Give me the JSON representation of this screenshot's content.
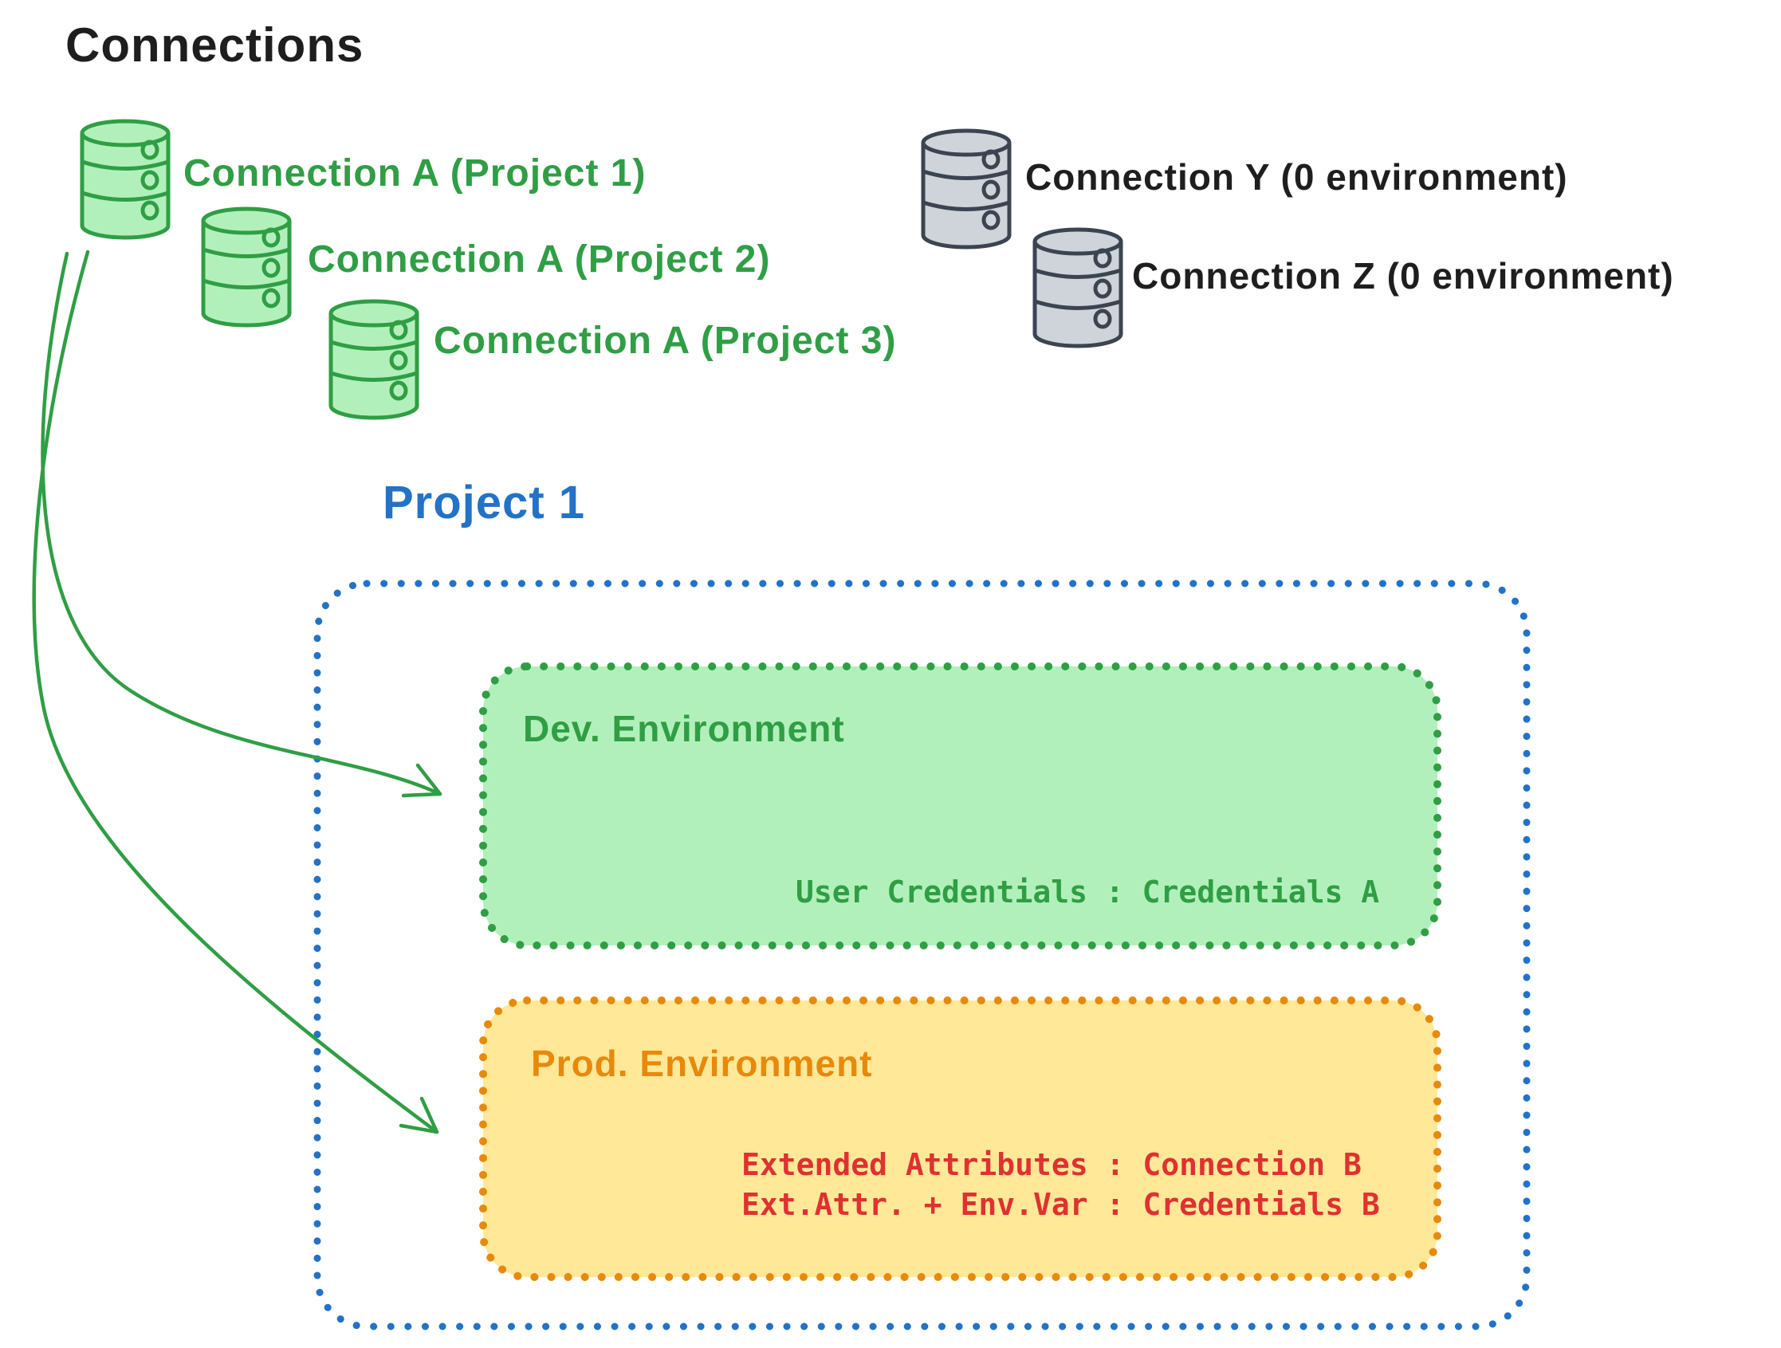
{
  "title": "Connections",
  "palette": {
    "green": "#2f9e44",
    "green_fill": "#b2f0bb",
    "gray_stroke": "#3b4450",
    "gray_fill": "#ced4da",
    "blue": "#2272c8",
    "orange": "#e8890c",
    "yellow_fill": "#ffe999",
    "red": "#e03131",
    "ink": "#1e1e1e"
  },
  "connections": {
    "project_scoped": [
      {
        "label": "Connection A (Project 1)"
      },
      {
        "label": "Connection A (Project 2)"
      },
      {
        "label": "Connection A (Project 3)"
      }
    ],
    "unassigned": [
      {
        "label": "Connection Y (0 environment)"
      },
      {
        "label": "Connection Z (0 environment)"
      }
    ]
  },
  "project": {
    "title": "Project 1",
    "dev_environment": {
      "title": "Dev. Environment",
      "mapping": "User Credentials : Credentials A"
    },
    "prod_environment": {
      "title": "Prod. Environment",
      "mapping_line_1": "Extended Attributes : Connection B",
      "mapping_line_2": "Ext.Attr. + Env.Var : Credentials B"
    }
  }
}
